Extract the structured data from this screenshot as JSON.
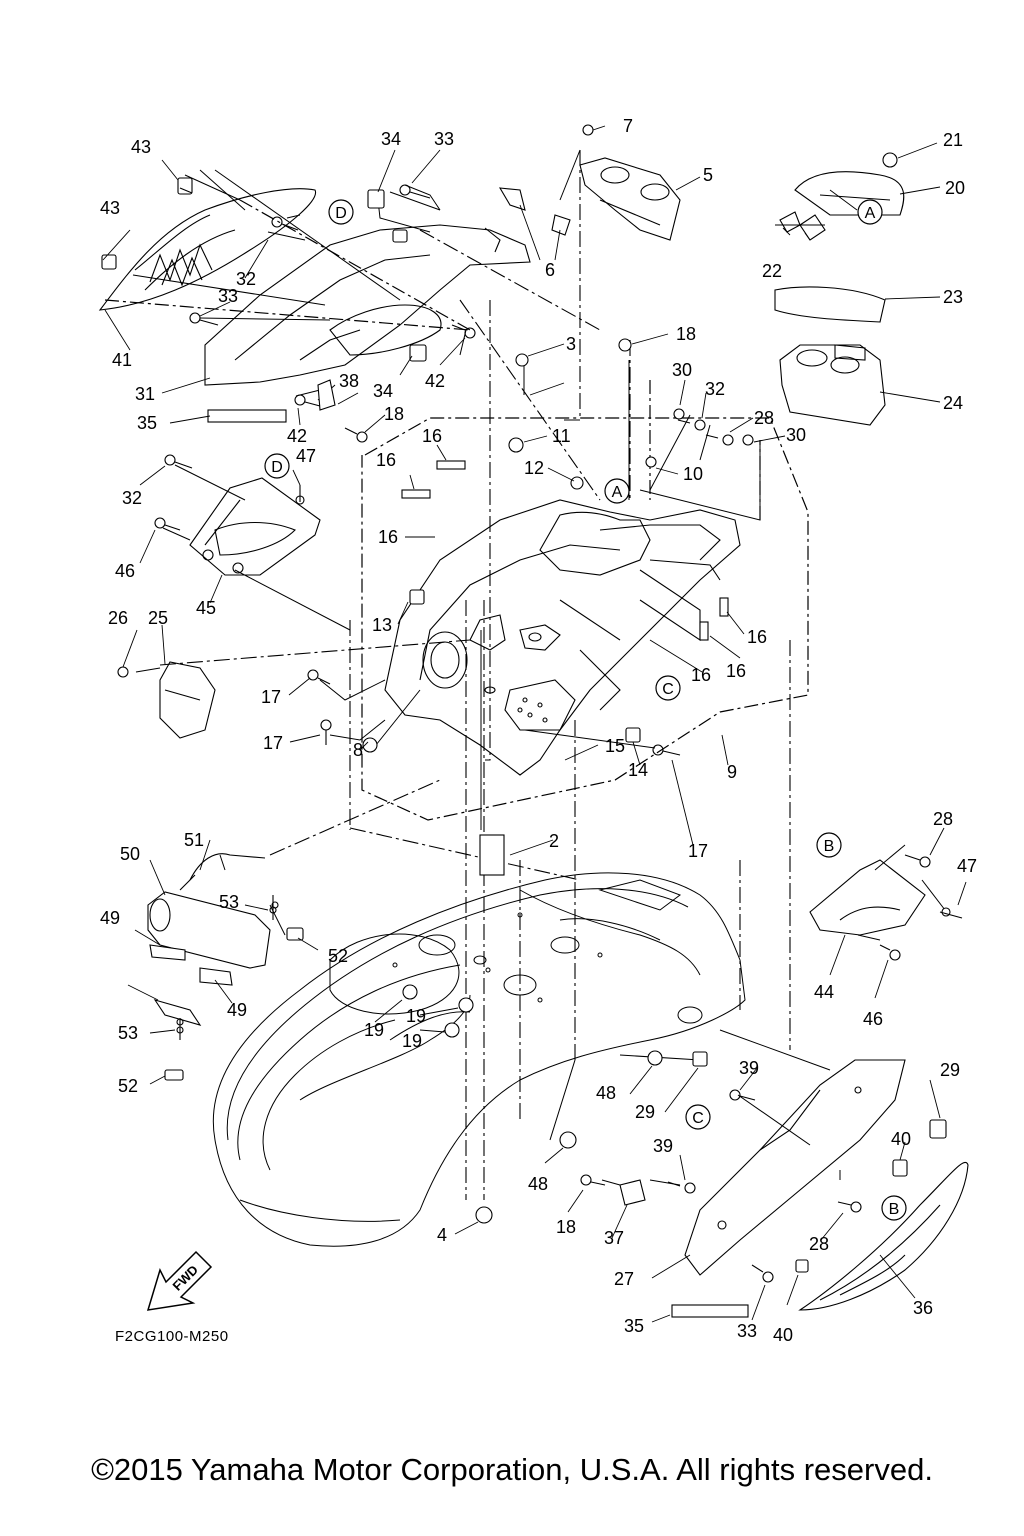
{
  "diagram": {
    "reference_code": "F2CG100-M250",
    "fwd_label": "FWD",
    "callouts": [
      "A",
      "B",
      "C",
      "D"
    ],
    "part_numbers": [
      "2",
      "3",
      "4",
      "5",
      "6",
      "7",
      "8",
      "9",
      "10",
      "11",
      "12",
      "13",
      "14",
      "15",
      "16",
      "17",
      "18",
      "19",
      "20",
      "21",
      "22",
      "23",
      "24",
      "25",
      "26",
      "27",
      "28",
      "29",
      "30",
      "31",
      "32",
      "33",
      "34",
      "35",
      "36",
      "37",
      "38",
      "39",
      "40",
      "41",
      "42",
      "43",
      "44",
      "45",
      "46",
      "47",
      "48",
      "49",
      "50",
      "51",
      "52",
      "53"
    ]
  },
  "footer": {
    "copyright": "©2015 Yamaha Motor Corporation, U.S.A. All rights reserved."
  }
}
